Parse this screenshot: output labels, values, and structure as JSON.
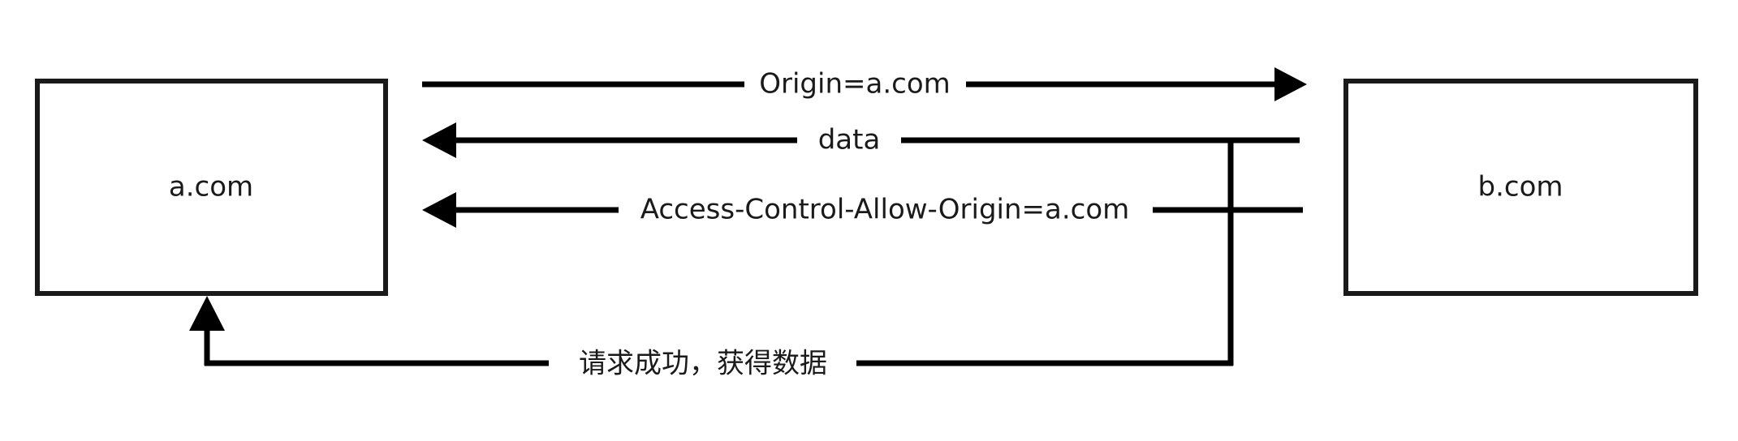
{
  "diagram": {
    "title": "CORS cross-origin request flow",
    "background_color": "#ffffff",
    "stroke_color": "#1a1a1a",
    "line_color": "#000000",
    "nodes": [
      {
        "id": "a",
        "label": "a.com"
      },
      {
        "id": "b",
        "label": "b.com"
      }
    ],
    "edges": [
      {
        "id": "request",
        "label": "Origin=a.com",
        "from": "a.com",
        "to": "b.com",
        "direction": "right"
      },
      {
        "id": "data",
        "label": "data",
        "from": "b.com",
        "to": "a.com",
        "direction": "left"
      },
      {
        "id": "acao",
        "label": "Access-Control-Allow-Origin=a.com",
        "from": "b.com",
        "to": "a.com",
        "direction": "left"
      },
      {
        "id": "success",
        "label": "请求成功，获得数据",
        "from": "b.com",
        "to": "a.com",
        "direction": "left-up"
      }
    ]
  }
}
